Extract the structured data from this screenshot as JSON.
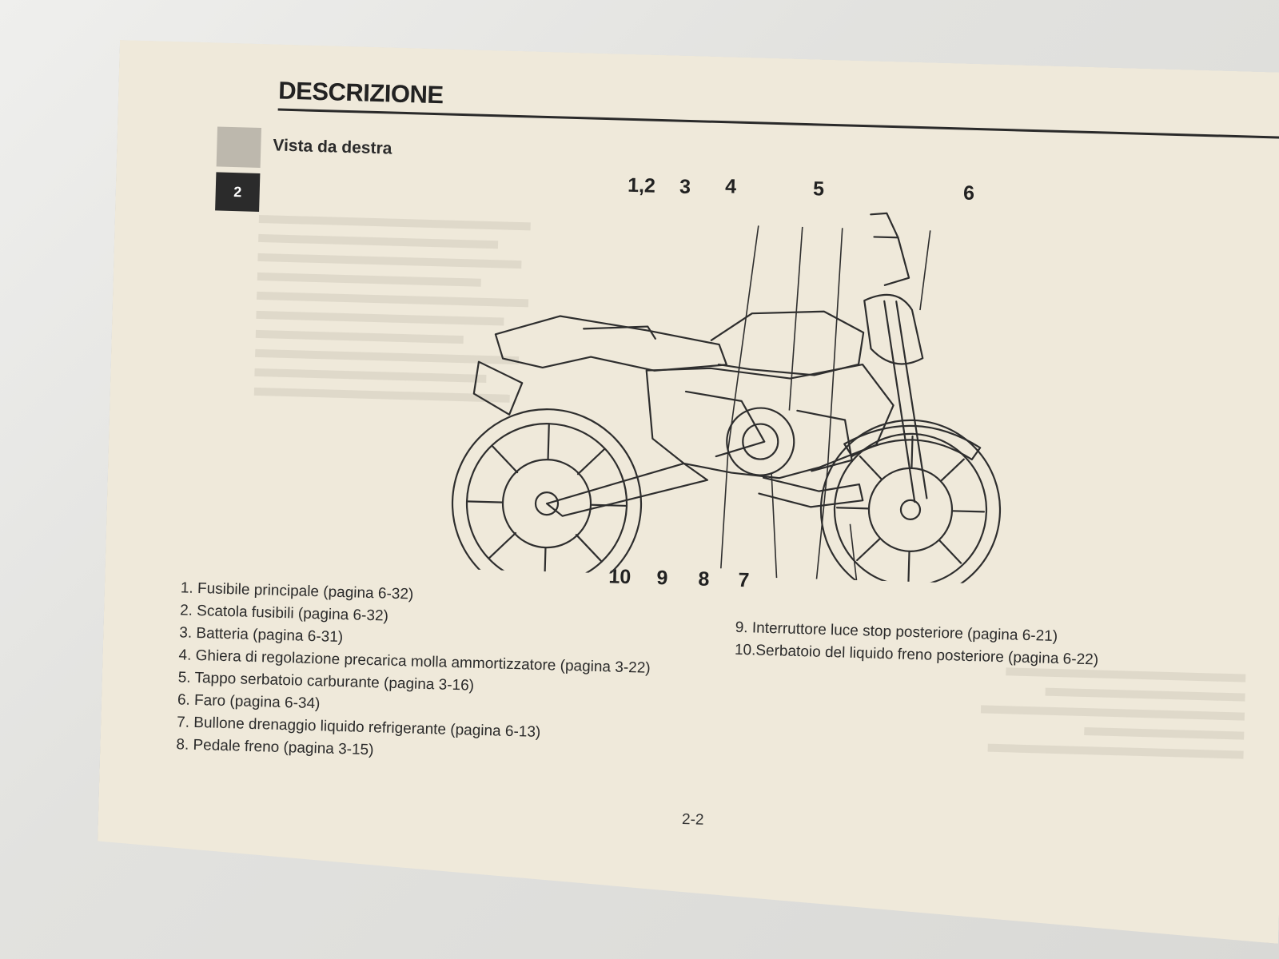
{
  "page": {
    "heading": "DESCRIZIONE",
    "section_tab": "2",
    "subheading": "Vista da destra",
    "page_number": "2-2"
  },
  "callouts": [
    "1,2",
    "3",
    "4",
    "5",
    "6",
    "10",
    "9",
    "8",
    "7"
  ],
  "parts_left": [
    "1. Fusibile principale (pagina 6-32)",
    "2. Scatola fusibili (pagina 6-32)",
    "3. Batteria (pagina 6-31)",
    "4. Ghiera di regolazione precarica molla ammortizzatore (pagina 3-22)",
    "5. Tappo serbatoio carburante (pagina 3-16)",
    "6. Faro (pagina 6-34)",
    "7. Bullone drenaggio liquido refrigerante (pagina 6-13)",
    "8. Pedale freno (pagina 3-15)"
  ],
  "parts_right": [
    "9. Interruttore luce stop posteriore (pagina 6-21)",
    "10.Serbatoio del liquido freno posteriore (pagina 6-22)"
  ],
  "colors": {
    "paper": "#efe9da",
    "ink": "#2a2a2a",
    "tab_dark": "#2b2b2b"
  }
}
